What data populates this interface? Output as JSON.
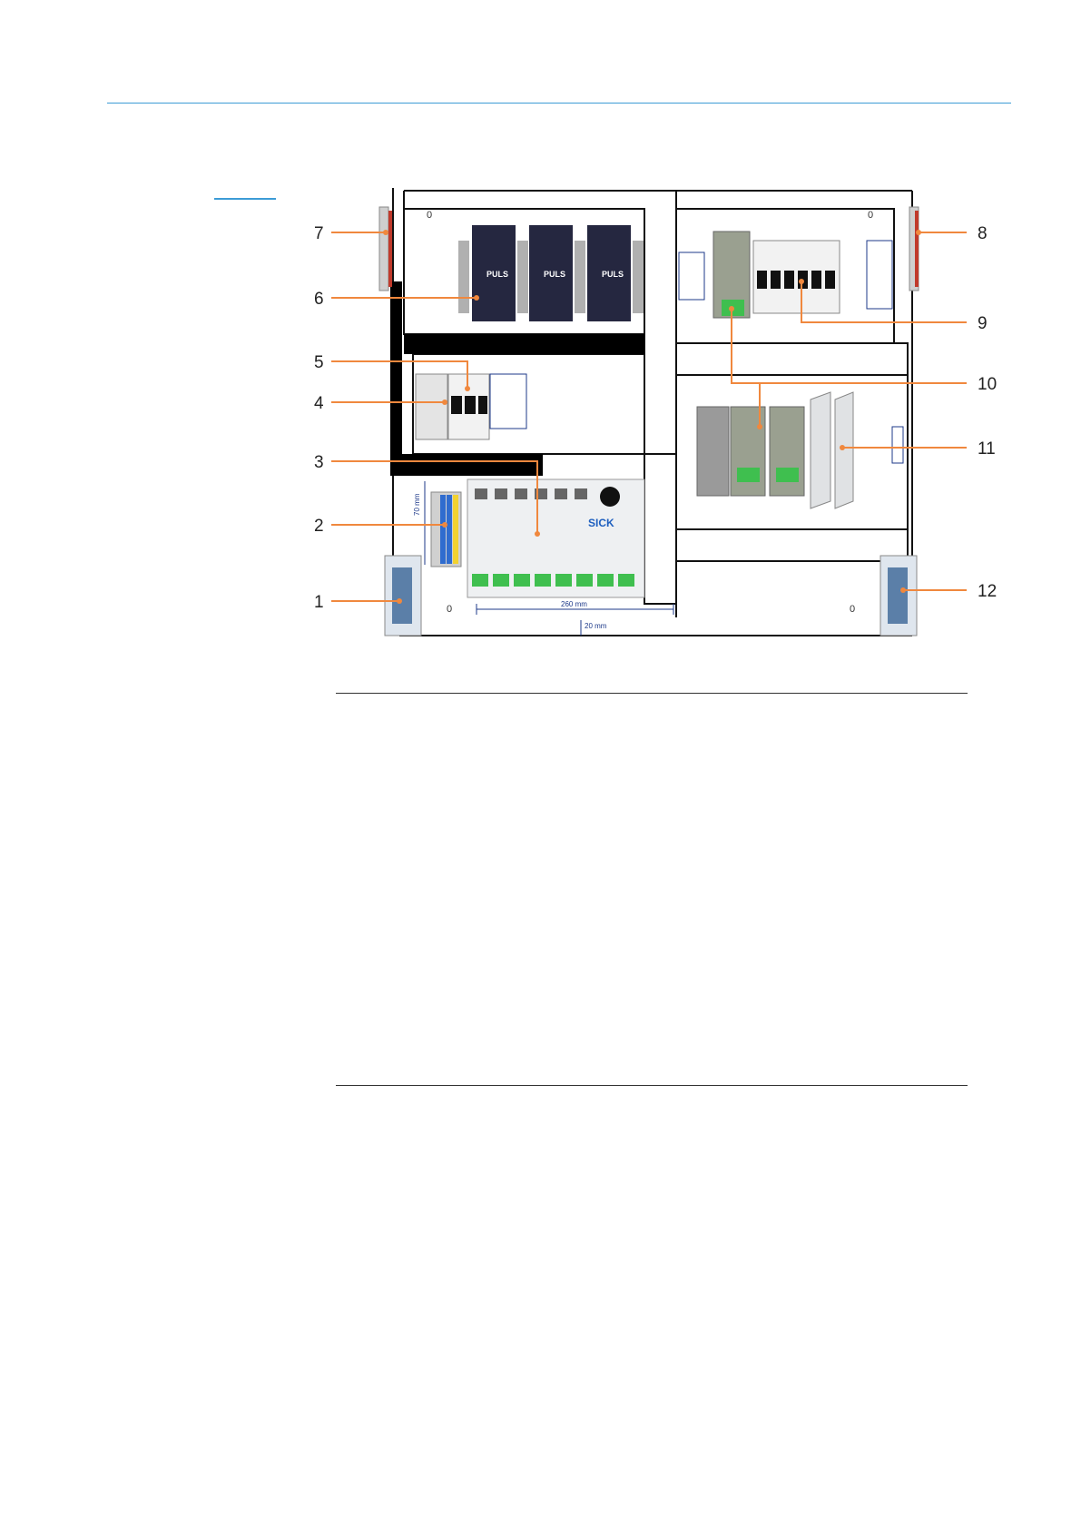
{
  "figure": {
    "callouts": [
      {
        "num": "1"
      },
      {
        "num": "2"
      },
      {
        "num": "3"
      },
      {
        "num": "4"
      },
      {
        "num": "5"
      },
      {
        "num": "6"
      },
      {
        "num": "7"
      },
      {
        "num": "8"
      },
      {
        "num": "9"
      },
      {
        "num": "10"
      },
      {
        "num": "11"
      },
      {
        "num": "12"
      }
    ],
    "dimensions": {
      "width_260": "260 mm",
      "gap_20": "20 mm",
      "height_70": "70 mm"
    },
    "zero_marks": [
      "0",
      "0",
      "0",
      "0"
    ],
    "psu_brand": "PULS",
    "controller_brand": "SICK",
    "colors": {
      "accent_blue": "#3c9bd6",
      "callout_orange": "#f0883e",
      "terminal_green": "#3fbf4f"
    }
  }
}
